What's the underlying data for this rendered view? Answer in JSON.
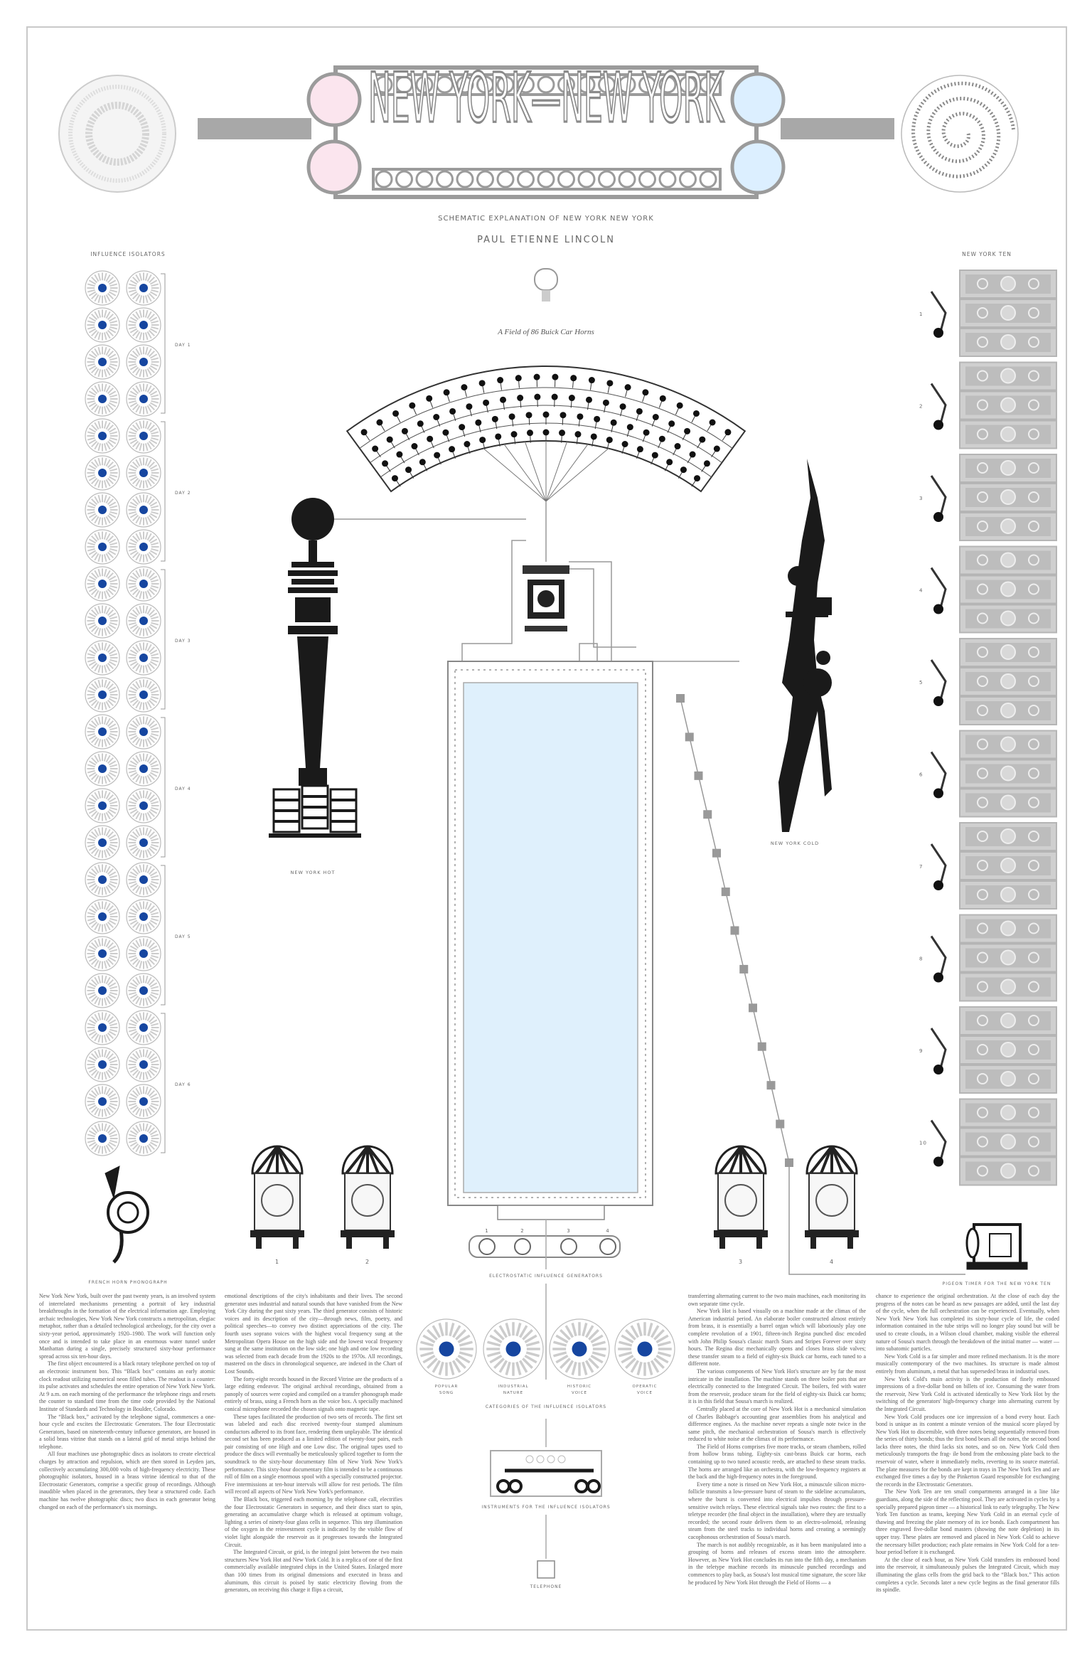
{
  "title": "NEW YORK—NEW YORK",
  "subtitle": "SCHEMATIC EXPLANATION OF NEW YORK NEW YORK",
  "author": "PAUL ETIENNE LINCOLN",
  "colors": {
    "pink": "#fbe5ee",
    "blue": "#dcefff",
    "frame": "#9b9b9b",
    "isolator_core": "#1646a0",
    "tank": "#dff0fc"
  },
  "influence_isolators": {
    "label": "INFLUENCE ISOLATORS",
    "days": [
      "DAY 1",
      "DAY 2",
      "DAY 3",
      "DAY 4",
      "DAY 5",
      "DAY 6"
    ],
    "discs_per_day": 8
  },
  "new_york_ten": {
    "label": "NEW YORK TEN",
    "numbers": [
      "1",
      "2",
      "3",
      "4",
      "5",
      "6",
      "7",
      "8",
      "9",
      "10"
    ],
    "bills_per_group": 3
  },
  "horn_field_label": "A Field of 86 Buick Car Horns",
  "machines": {
    "hot": "NEW YORK HOT",
    "cold": "NEW YORK COLD"
  },
  "generators": {
    "numbers": [
      "1",
      "2",
      "3",
      "4"
    ],
    "label": "ELECTROSTATIC INFLUENCE GENERATORS"
  },
  "french_horn_label": "FRENCH HORN PHONOGRAPH",
  "pigeon_timer_label": "PIGEON TIMER FOR THE NEW YORK TEN",
  "categories": {
    "items": [
      {
        "line1": "POPULAR",
        "line2": "SONG"
      },
      {
        "line1": "INDUSTRIAL",
        "line2": "NATURE"
      },
      {
        "line1": "HISTORIC",
        "line2": "VOICE"
      },
      {
        "line1": "OPERATIC",
        "line2": "VOICE"
      }
    ],
    "label": "CATEGORIES OF THE INFLUENCE ISOLATORS"
  },
  "instruments_label": "INSTRUMENTS FOR THE INFLUENCE ISOLATORS",
  "telephone_label": "TELEPHONE",
  "text_columns": [
    [
      "New York New York, built over the past twenty years, is an involved system of interrelated mechanisms presenting a portrait of key industrial breakthroughs in the formation of the electrical information age. Employing archaic technologies, New York New York constructs a metropolitan, elegiac metaphor, rather than a detailed technological archeology, for the city over a sixty-year period, approximately 1920–1980. The work will function only once and is intended to take place in an enormous water tunnel under Manhattan during a single, precisely structured sixty-hour performance spread across six ten-hour days.",
      "The first object encountered is a black rotary telephone perched on top of an electronic instrument box. This “Black box” contains an early atomic clock readout utilizing numerical neon filled tubes. The readout is a counter: its pulse activates and schedules the entire operation of New York New York. At 9 a.m. on each morning of the performance the telephone rings and resets the counter to standard time from the time code provided by the National Institute of Standards and Technology in Boulder, Colorado.",
      "The “Black box,” activated by the telephone signal, commences a one-hour cycle and excites the Electrostatic Generators. The four Electrostatic Generators, based on nineteenth-century influence generators, are housed in a solid brass vitrine that stands on a lateral grid of metal strips behind the telephone.",
      "All four machines use photographic discs as isolators to create electrical charges by attraction and repulsion, which are then stored in Leyden jars, collectively accumulating 300,000 volts of high-frequency electricity. These photographic isolators, housed in a brass vitrine identical to that of the Electrostatic Generators, comprise a specific group of recordings. Although inaudible when placed in the generators, they bear a structured code. Each machine has twelve photographic discs; two discs in each generator being changed on each of the performance's six mornings."
    ],
    [
      "emotional descriptions of the city's inhabitants and their lives. The second generator uses industrial and natural sounds that have vanished from the New York City during the past sixty years. The third generator consists of historic voices and its description of the city—through news, film, poetry, and political speeches—to convey two distinct appreciations of the city. The fourth uses soprano voices with the highest vocal frequency sung at the Metropolitan Opera House on the high side and the lowest vocal frequency sung at the same institution on the low side; one high and one low recording was selected from each decade from the 1920s to the 1970s. All recordings, mastered on the discs in chronological sequence, are indexed in the Chart of Lost Sounds.",
      "The forty-eight records housed in the Record Vitrine are the products of a large editing endeavor. The original archival recordings, obtained from a panoply of sources were copied and compiled on a transfer phonograph made entirely of brass, using a French horn as the voice box. A specially machined conical microphone recorded the chosen signals onto magnetic tape.",
      "These tapes facilitated the production of two sets of records. The first set was labeled and each disc received twenty-four stamped aluminum conductors adhered to its front face, rendering them unplayable. The identical second set has been produced as a limited edition of twenty-four pairs, each pair consisting of one High and one Low disc. The original tapes used to produce the discs will eventually be meticulously spliced together to form the soundtrack to the sixty-hour documentary film of New York New York's performance. This sixty-hour documentary film is intended to be a continuous roll of film on a single enormous spool with a specially constructed projector. Five intermissions at ten-hour intervals will allow for rest periods. The film will record all aspects of New York New York's performance.",
      "The Black box, triggered each morning by the telephone call, electrifies the four Electrostatic Generators in sequence, and their discs start to spin, generating an accumulative charge which is released at optimum voltage, lighting a series of ninety-four glass cells in sequence. This step illumination of the oxygen in the reinvestment cycle is indicated by the visible flow of violet light alongside the reservoir as it progresses towards the Integrated Circuit.",
      "The Integrated Circuit, or grid, is the integral joint between the two main structures New York Hot and New York Cold. It is a replica of one of the first commercially available integrated chips in the United States. Enlarged more than 100 times from its original dimensions and executed in brass and aluminum, this circuit is poised by static electricity flowing from the generators, on receiving this charge it flips a circuit,"
    ],
    [
      "transferring alternating current to the two main machines, each monitoring its own separate time cycle.",
      "New York Hot is based visually on a machine made at the climax of the American industrial period. An elaborate boiler constructed almost entirely from brass, it is essentially a barrel organ which will laboriously play one complete revolution of a 1901, fifteen-inch Regina punched disc encoded with John Philip Sousa's classic march Stars and Stripes Forever over sixty hours. The Regina disc mechanically opens and closes brass slide valves; these transfer steam to a field of eighty-six Buick car horns, each tuned to a different note.",
      "The various components of New York Hot's structure are by far the most intricate in the installation. The machine stands on three boiler pots that are electrically connected to the Integrated Circuit. The boilers, fed with water from the reservoir, produce steam for the field of eighty-six Buick car horns; it is in this field that Sousa's march is realized.",
      "Centrally placed at the core of New York Hot is a mechanical simulation of Charles Babbage's accounting gear assemblies from his analytical and difference engines. As the machine never repeats a single note twice in the same pitch, the mechanical orchestration of Sousa's march is effectively reduced to white noise at the climax of its performance.",
      "The Field of Horns comprises five more tracks, or steam chambers, rolled from hollow brass tubing. Eighty-six cast-brass Buick car horns, each containing up to two tuned acoustic reeds, are attached to these steam tracks. The horns are arranged like an orchestra, with the low-frequency registers at the back and the high-frequency notes in the foreground.",
      "Every time a note is rinsed on New York Hot, a minuscule silicon micro-follicle transmits a low-pressure burst of steam to the sideline accumulators, where the burst is converted into electrical impulses through pressure-sensitive switch relays. These electrical signals take two routes: the first to a teletype recorder (the final object in the installation), where they are textually recorded; the second route delivers them to an electro-solenoid, releasing steam from the steel tracks to individual horns and creating a seemingly cacophonous orchestration of Sousa's march.",
      "The march is not audibly recognizable, as it has been manipulated into a grouping of horns and releases of excess steam into the atmosphere. However, as New York Hot concludes its run into the fifth day, a mechanism in the teletype machine records its minuscule punched recordings and commences to play back, as Sousa's lost musical time signature, the score like he produced by New York Hot through the Field of Horns — a"
    ],
    [
      "chance to experience the original orchestration. At the close of each day the progress of the notes can be heard as new passages are added, until the last day of the cycle, when the full orchestration can be experienced. Eventually, when New York New York has completed its sixty-hour cycle of life, the coded information contained in the tube strips will no longer play sound but will be used to create clouds, in a Wilson cloud chamber, making visible the ethereal nature of Sousa's march through the breakdown of the initial matter — water — into subatomic particles.",
      "New York Cold is a far simpler and more refined mechanism. It is the more musically contemporary of the two machines. Its structure is made almost entirely from aluminum, a metal that has superseded brass in industrial uses.",
      "New York Cold's main activity is the production of finely embossed impressions of a five-dollar bond on billets of ice. Consuming the water from the reservoir, New York Cold is activated identically to New York Hot by the switching of the generators' high-frequency charge into alternating current by the Integrated Circuit.",
      "New York Cold produces one ice impression of a bond every hour. Each bond is unique as its content a minute version of the musical score played by New York Hot to discernible, with three notes being sequentially removed from the series of thirty bonds; thus the first bond bears all the notes, the second bond lacks three notes, the third lacks six notes, and so on. New York Cold then meticulously transports the frag- ile bond from the embossing plate back to the reservoir of water, where it immediately melts, reverting to its source material. The plate measures for the bonds are kept in trays in The New York Ten and are exchanged five times a day by the Pinkerton Guard responsible for exchanging the records in the Electrostatic Generators.",
      "The New York Ten are ten small compartments arranged in a line like guardians, along the side of the reflecting pool. They are activated in cycles by a specially prepared pigeon timer — a historical link to early telegraphy. The New York Ten function as teams, keeping New York Cold in an eternal cycle of thawing and freezing the plate memory of its ice bonds. Each compartment has three engraved five-dollar bond masters (showing the note depletion) in its upper tray. These plates are removed and placed in New York Cold to achieve the necessary billet production; each plate remains in New York Cold for a ten-hour period before it is exchanged.",
      "At the close of each hour, as New York Cold transfers its embossed bond into the reservoir, it simultaneously pulses the Integrated Circuit, which may illuminating the glass cells from the grid back to the “Black box.” This action completes a cycle. Seconds later a new cycle begins as the final generator fills its spindle."
    ]
  ]
}
